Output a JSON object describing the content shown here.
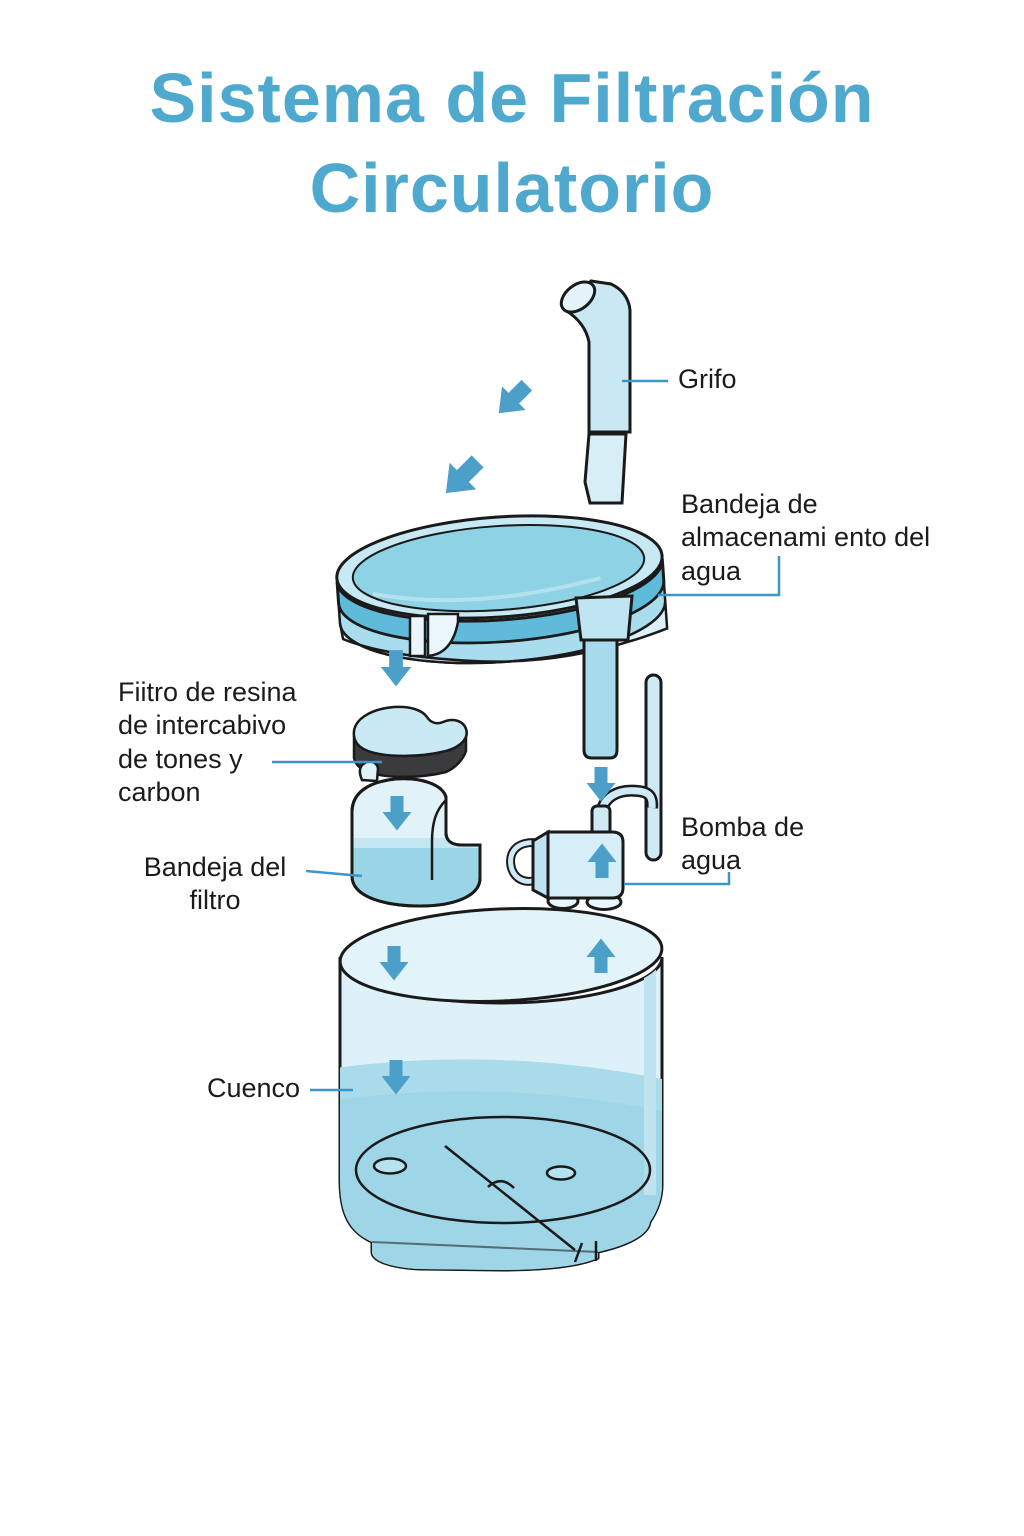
{
  "title": {
    "line1": "Sistema de Filtración",
    "line2": "Circulatorio"
  },
  "labels": {
    "grifo": {
      "text": "Grifo"
    },
    "storage_tray": {
      "text": "Bandeja de\nalmacenami ento del\nagua"
    },
    "filter": {
      "text": "Fiitro de resina\nde intercabivo\nde tones y\ncarbon"
    },
    "filter_tray": {
      "text": "Bandeja del\nfiltro"
    },
    "pump": {
      "text": "Bomba de\nagua"
    },
    "bowl": {
      "text": "Cuenco"
    }
  },
  "diagram": {
    "flow_arrows": [
      {
        "name": "inflow-diagonal-1",
        "direction": "down-left"
      },
      {
        "name": "inflow-diagonal-2",
        "direction": "down-left"
      },
      {
        "name": "tray-outflow",
        "direction": "down"
      },
      {
        "name": "filter-tray-inflow",
        "direction": "down"
      },
      {
        "name": "pump-inflow",
        "direction": "down"
      },
      {
        "name": "pump-outflow",
        "direction": "up"
      },
      {
        "name": "bowl-inflow",
        "direction": "down"
      },
      {
        "name": "bowl-return",
        "direction": "up"
      },
      {
        "name": "bowl-water-level",
        "direction": "down"
      }
    ]
  },
  "colors": {
    "title": "#4FA8CE",
    "arrow": "#4C9FC8",
    "leader_line": "#3E96C8",
    "outline": "#1A1A1A",
    "fill_light": "#C9E8F4",
    "fill_pale": "#DFF1F8",
    "water": "#A9DBEA",
    "band_teal": "#5FBBD9",
    "filter_dark": "#3B3B3D",
    "label_text": "#1B1B1B"
  }
}
